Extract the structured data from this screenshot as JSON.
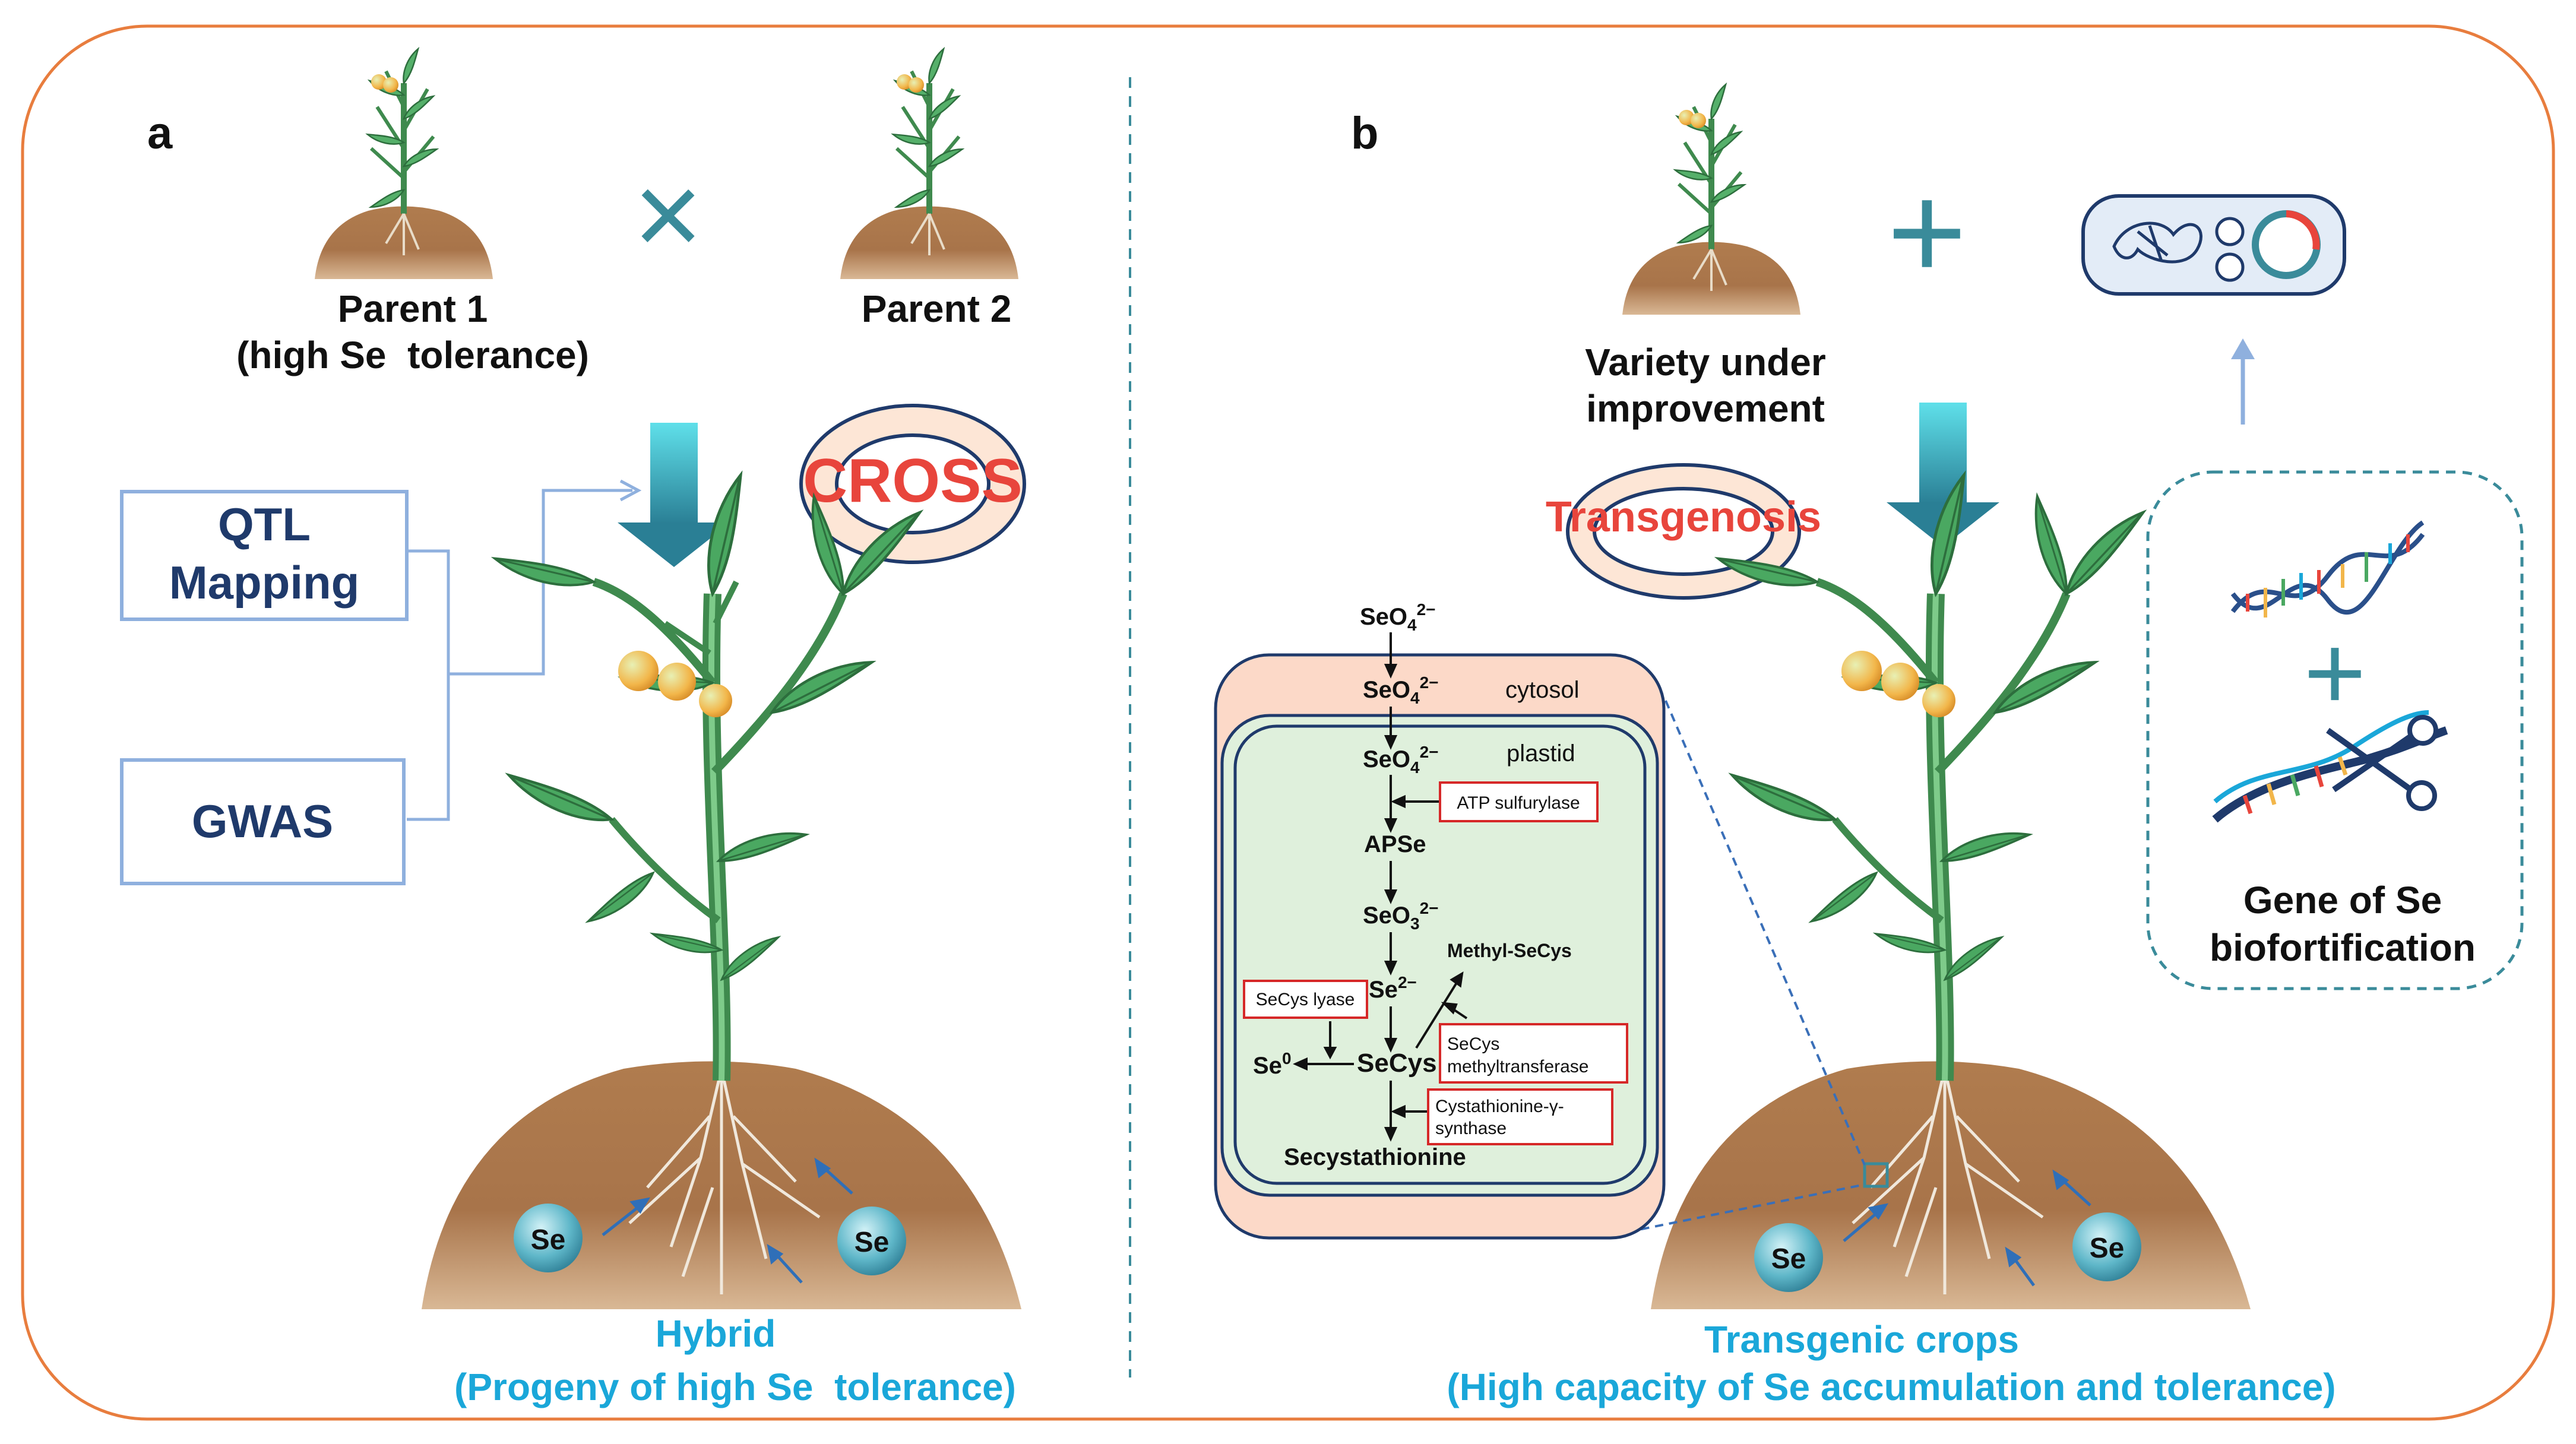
{
  "panel_a": {
    "label": "a",
    "parent1_line1": "Parent 1",
    "parent1_line2": "(high Se  tolerance)",
    "parent2": "Parent 2",
    "cross_symbol": "×",
    "cross_word": "CROSS",
    "qtl_line1": "QTL",
    "qtl_line2": "Mapping",
    "gwas": "GWAS",
    "se_label": "Se",
    "hybrid_line1": "Hybrid",
    "hybrid_line2": "(Progeny of high Se  tolerance)"
  },
  "panel_b": {
    "label": "b",
    "variety_line1": "Variety under",
    "variety_line2": "improvement",
    "plus_symbol": "+",
    "transgenosis": "Transgenosis",
    "gene_line1": "Gene of Se",
    "gene_line2": "biofortification",
    "se_label": "Se",
    "result_line1": "Transgenic crops",
    "result_line2": "(High capacity of Se accumulation and tolerance)"
  },
  "pathway": {
    "cytosol": "cytosol",
    "plastid": "plastid",
    "seo4": "SeO",
    "seo4_sub": "4",
    "seo4_sup": "2−",
    "seo3": "SeO",
    "seo3_sub": "3",
    "seo3_sup": "2−",
    "apse": "APSe",
    "se2": "Se",
    "se2_sup": "2−",
    "secys": "SeCys",
    "se0": "Se",
    "se0_sup": "0",
    "methyl": "Methyl-SeCys",
    "secystathionine": "Secystathionine",
    "enzymes": {
      "atp": "ATP sulfurylase",
      "lyase": "SeCys lyase",
      "methyl_line1": "SeCys",
      "methyl_line2": "methyltransferase",
      "cysta_line1": "Cystathionine-γ-",
      "cysta_line2": "synthase"
    }
  },
  "colors": {
    "frame": "#e87d3e",
    "teal": "#3a8b9a",
    "navy": "#1f3a6b",
    "cyan_text": "#1aa7d9",
    "red": "#e8453c",
    "cytosol_fill": "#fcd9c8",
    "plastid_fill": "#dff0dc"
  }
}
